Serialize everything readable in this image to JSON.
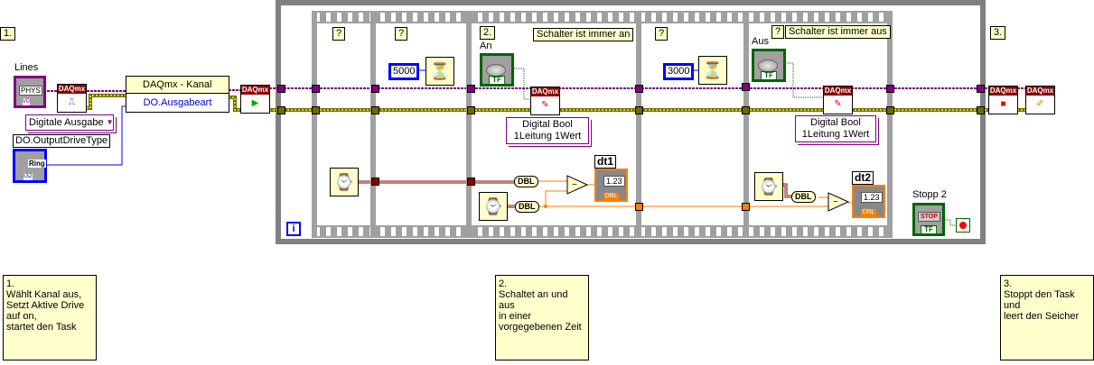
{
  "colors": {
    "loop_border": "#808080",
    "sequence": "#a0a0a0",
    "task_wire": "#800080",
    "error_wire": "#6b6b00",
    "numeric_const": "#0000ff",
    "bool": "#006400",
    "dbl": "#ff7f00",
    "comment_bg": "#ffffcc",
    "daqmx_header": "#8b0000"
  },
  "step_labels": {
    "s1": "1.",
    "s2": "2.",
    "s3": "3."
  },
  "left": {
    "lines_label": "Lines",
    "phys_const": "PHYS",
    "phys_type": "I/0",
    "daqmx": "DAQmx",
    "ring_value": "Digitale Ausgabe",
    "drive_type_label": "DO.OutputDriveType",
    "drive_ring_text": "Ring",
    "drive_ring_type": "I32",
    "property_node_title": "DAQmx - Kanal",
    "property": "DO.Ausgabeart"
  },
  "sequence": {
    "frames": [
      {
        "comment": "?"
      },
      {
        "comment": "?",
        "wait_ms": "5000"
      },
      {
        "comment": "Schalter ist immer an",
        "bool_label": "An",
        "write_ring": [
          "Digital Bool",
          "1Leitung 1Wert"
        ],
        "indicator_label": "dt1",
        "indicator_value": "1.23"
      },
      {
        "comment": "?",
        "wait_ms": "3000"
      },
      {
        "comment": "Schalter ist immer aus",
        "bool_label": "Aus",
        "write_ring": [
          "Digital Bool",
          "1Leitung 1Wert"
        ],
        "indicator_label": "dt2",
        "indicator_value": "1.23"
      }
    ],
    "dbl": "DBL",
    "tf": "TF",
    "iteration": "i"
  },
  "right": {
    "stop_label": "Stopp 2",
    "stop_text": "STOP"
  },
  "comments": [
    "1.\nWählt Kanal aus,\nSetzt Aktive Drive\nauf on,\nstartet den Task",
    "2.\nSchaltet an und aus\nin einer\nvorgegebenen Zeit",
    "3.\nStoppt den Task und\nleert den Seicher"
  ]
}
